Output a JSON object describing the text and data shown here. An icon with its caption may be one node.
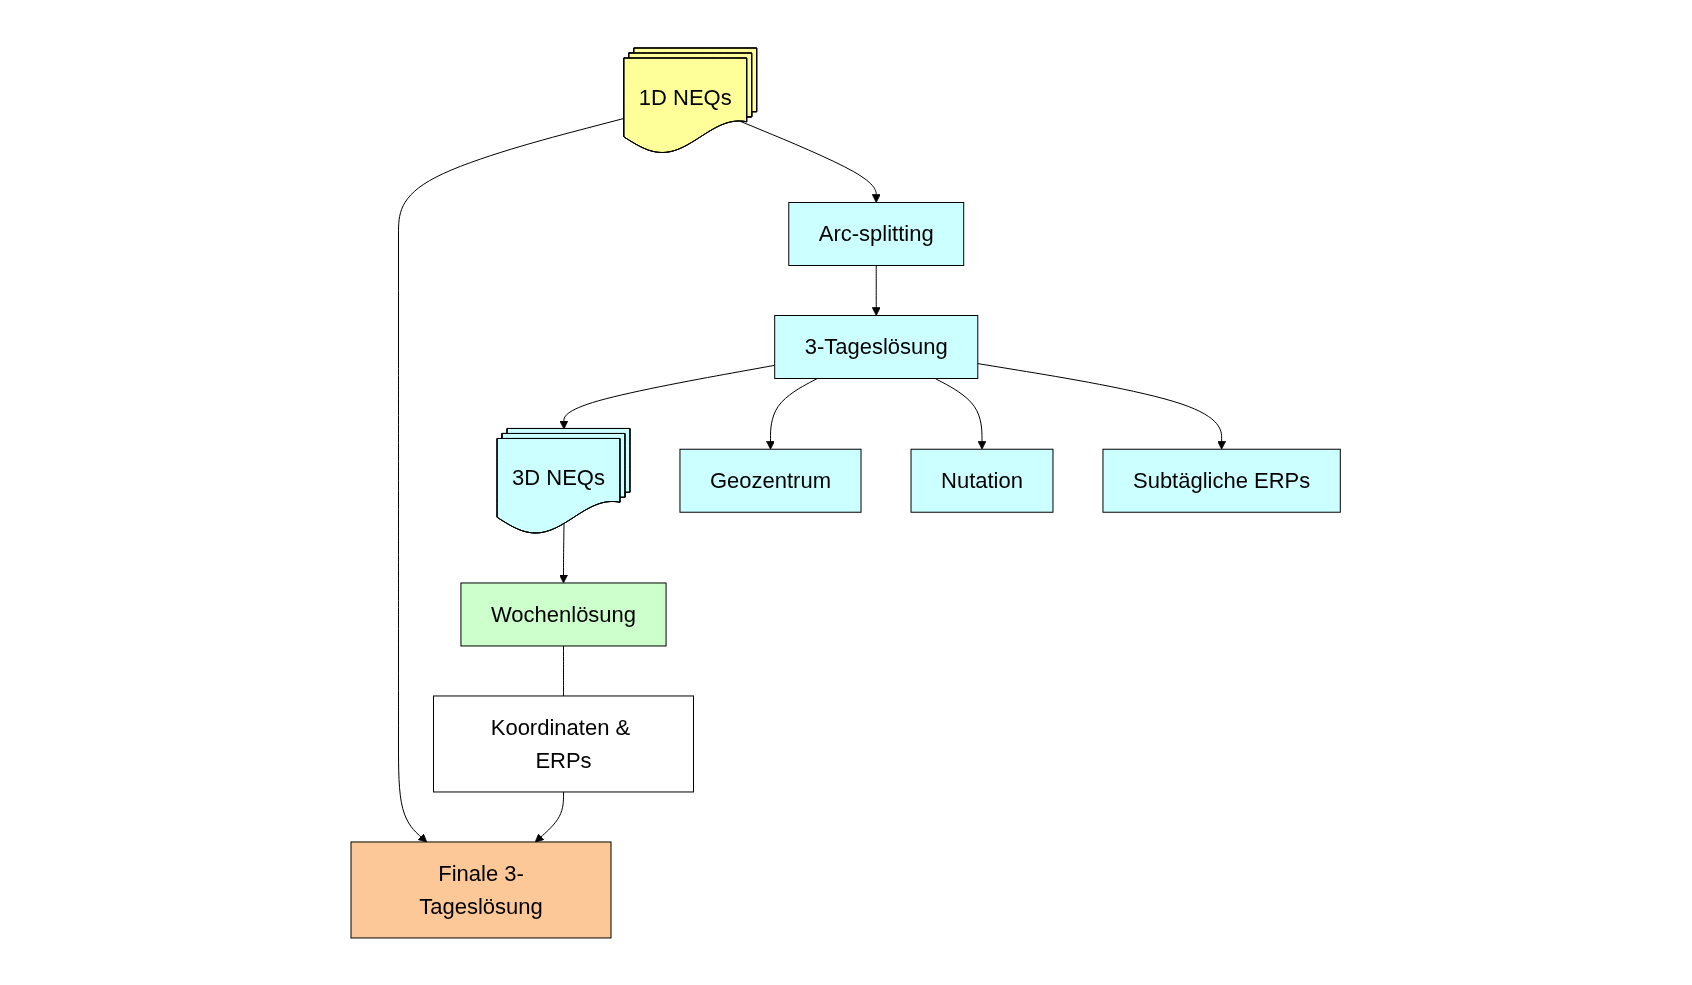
{
  "diagram": {
    "nodes": [
      {
        "text": [
          "Finale 3-Tageslösung"
        ]
      },
      {
        "text": [
          "1D NEQs"
        ]
      },
      {
        "text": [
          "Arc-splitting"
        ]
      },
      {
        "text": [
          "3-Tageslösung"
        ]
      },
      {
        "text": [
          "Geozentrum"
        ]
      },
      {
        "text": [
          "Nutation"
        ]
      },
      {
        "text": [
          "Subtägliche ERPs"
        ]
      },
      {
        "text": [
          "Wochenlösung"
        ]
      },
      {
        "text": [
          "Koordinaten & ERPs"
        ]
      },
      {
        "text": [
          "3D NEQs"
        ]
      }
    ],
    "edges": [
      {
        "from": 1,
        "to": 0,
        "arrow": "to"
      },
      {
        "from": 1,
        "to": 2,
        "arrow": "to"
      },
      {
        "from": 2,
        "to": 3,
        "arrow": "to"
      },
      {
        "from": 3,
        "to": 9,
        "arrow": "to"
      },
      {
        "from": 3,
        "to": 4,
        "arrow": "to"
      },
      {
        "from": 3,
        "to": 5,
        "arrow": "to"
      },
      {
        "from": 3,
        "to": 6,
        "arrow": "to"
      },
      {
        "from": 9,
        "to": 7,
        "arrow": "to"
      },
      {
        "from": 7,
        "to": 8,
        "arrow": "none"
      },
      {
        "from": 8,
        "to": 0,
        "arrow": "to"
      }
    ]
  }
}
